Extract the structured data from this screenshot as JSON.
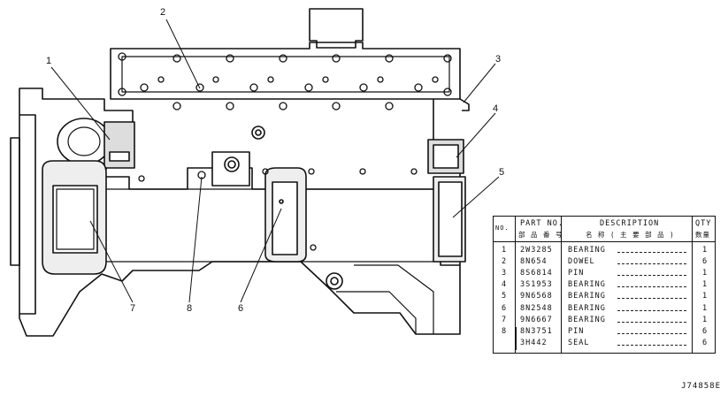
{
  "callouts": [
    "1",
    "2",
    "3",
    "4",
    "5",
    "6",
    "7",
    "8"
  ],
  "table": {
    "headers": {
      "no": "NO.",
      "part_no": "PART NO.",
      "part_no_cn": "部 品 番 号",
      "description": "DESCRIPTION",
      "description_cn": "名 称 ( 主 要 部 品 )",
      "qty": "QTY",
      "qty_cn": "数量"
    },
    "rows": [
      {
        "no": "1",
        "part": "2W3285",
        "desc": "BEARING",
        "qty": "1"
      },
      {
        "no": "2",
        "part": "8N654",
        "desc": "DOWEL",
        "qty": "6"
      },
      {
        "no": "3",
        "part": "8S6814",
        "desc": "PIN",
        "qty": "1"
      },
      {
        "no": "4",
        "part": "3S1953",
        "desc": "BEARING",
        "qty": "1"
      },
      {
        "no": "5",
        "part": "9N6568",
        "desc": "BEARING",
        "qty": "1"
      },
      {
        "no": "6",
        "part": "8N2548",
        "desc": "BEARING",
        "qty": "1"
      },
      {
        "no": "7",
        "part": "9N6667",
        "desc": "BEARING",
        "qty": "1"
      },
      {
        "no": "8",
        "part": "8N3751",
        "desc": "PIN",
        "qty": "6"
      },
      {
        "no": "",
        "part": "3H442",
        "desc": "SEAL",
        "qty": "6"
      }
    ]
  },
  "figure_code": "J74858E"
}
